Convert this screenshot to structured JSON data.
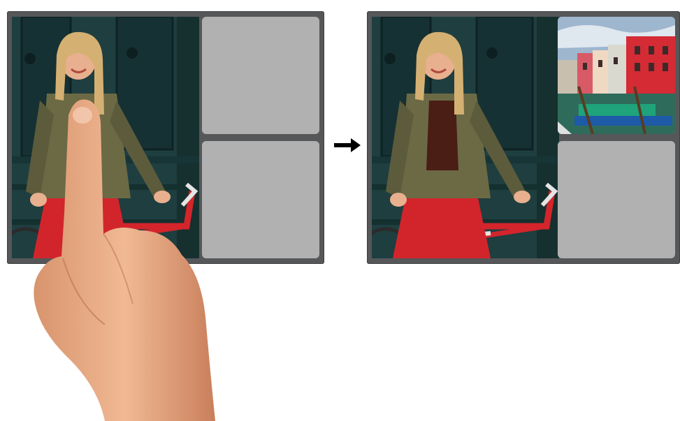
{
  "figure": {
    "before_screen": {
      "main_photo": "photo-woman-with-bicycle",
      "tiles": [
        "empty-tile",
        "empty-tile"
      ],
      "gesture": "tap-finger-on-photo"
    },
    "arrow": "right-arrow-icon",
    "after_screen": {
      "main_photo": "photo-woman-with-bicycle",
      "tiles": [
        "photo-colorful-canal-houses",
        "empty-tile"
      ]
    },
    "colors": {
      "frame": "#555759",
      "empty_tile": "#b1b1b1",
      "background": "#ffffff",
      "arrow": "#000000",
      "door": "#1d3a3c",
      "skirt": "#d2252b",
      "jacket": "#6b6a45",
      "skin": "#e8b08e"
    }
  }
}
